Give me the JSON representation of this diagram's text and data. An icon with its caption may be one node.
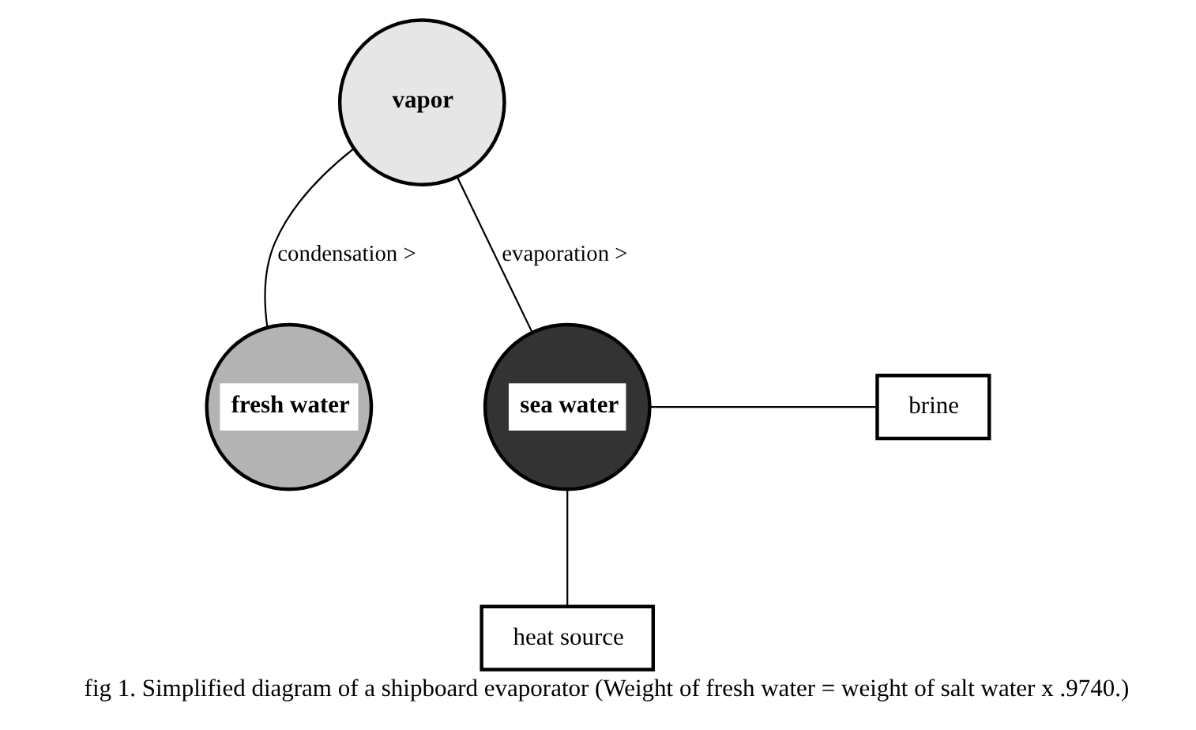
{
  "diagram": {
    "caption": "fig 1. Simplified diagram of a shipboard evaporator (Weight of fresh water = weight of salt water x .9740.)",
    "nodes": [
      {
        "text": [
          "vapor"
        ]
      },
      {
        "text": [
          "sea water"
        ]
      },
      {
        "text": [
          "brine"
        ]
      },
      {
        "text": [
          "fresh water"
        ]
      },
      {
        "text": [
          "heat source"
        ]
      }
    ],
    "edges": [
      {
        "from": 1,
        "to": 0,
        "arrow": "none",
        "label": "evaporation >"
      },
      {
        "from": 0,
        "to": 3,
        "arrow": "none",
        "label": "condensation >"
      },
      {
        "from": 1,
        "to": 2,
        "arrow": "none"
      },
      {
        "from": 1,
        "to": 4,
        "arrow": "none"
      }
    ]
  }
}
